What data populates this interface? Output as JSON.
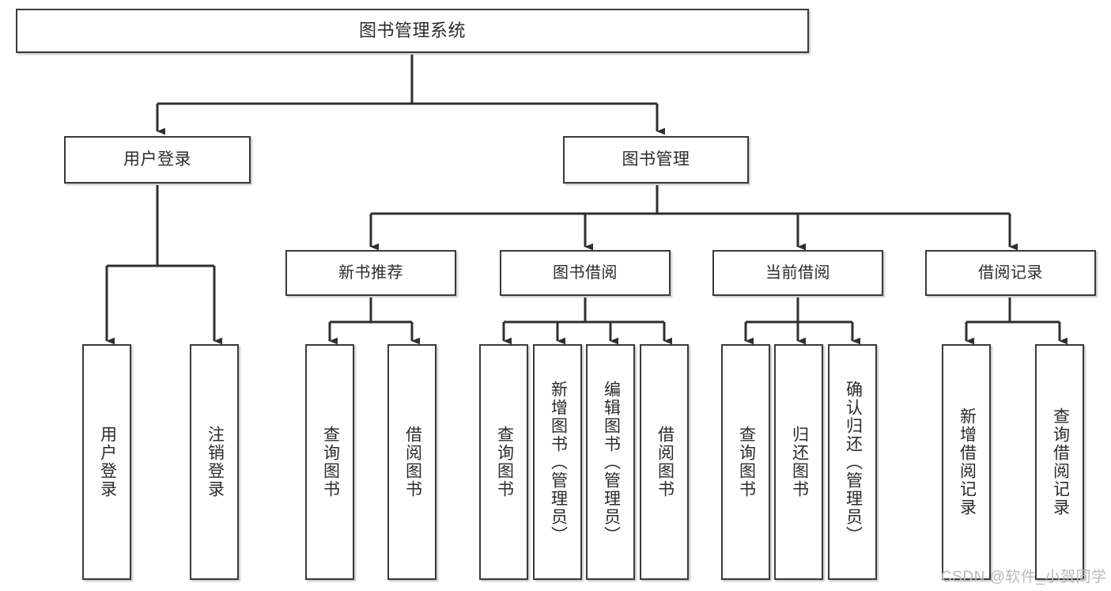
{
  "diagram": {
    "title": "图书管理系统",
    "root": {
      "label": "图书管理系统"
    },
    "level1": [
      {
        "label": "用户登录"
      },
      {
        "label": "图书管理"
      }
    ],
    "level2": [
      {
        "label": "新书推荐"
      },
      {
        "label": "图书借阅"
      },
      {
        "label": "当前借阅"
      },
      {
        "label": "借阅记录"
      }
    ],
    "leaves": {
      "user_login": [
        {
          "label": "用户登录"
        },
        {
          "label": "注销登录"
        }
      ],
      "new_book_recommend": [
        {
          "label": "查询图书"
        },
        {
          "label": "借阅图书"
        }
      ],
      "book_borrow": [
        {
          "label": "查询图书"
        },
        {
          "label": "新增图书（管理员）"
        },
        {
          "label": "编辑图书（管理员）"
        },
        {
          "label": "借阅图书"
        }
      ],
      "current_borrow": [
        {
          "label": "查询图书"
        },
        {
          "label": "归还图书"
        },
        {
          "label": "确认归还（管理员）"
        }
      ],
      "borrow_record": [
        {
          "label": "新增借阅记录"
        },
        {
          "label": "查询借阅记录"
        }
      ]
    }
  },
  "watermark": {
    "text": "CSDN @软件_小贺同学"
  },
  "colors": {
    "box_border": "#3a3a3a",
    "box_fill": "#ffffff",
    "text": "#2b2b2b",
    "connector": "#2f2f2f",
    "watermark": "#b9b9b9"
  }
}
